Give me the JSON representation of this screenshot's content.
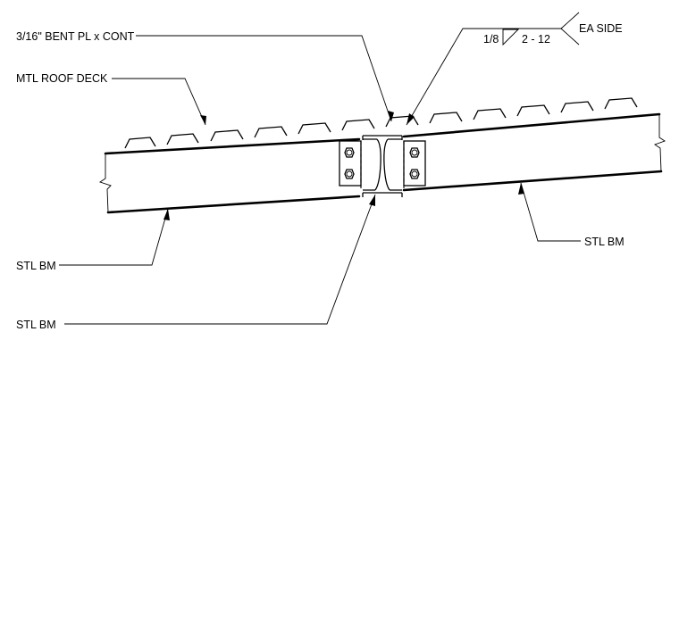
{
  "labels": {
    "bent_plate": "3/16\" BENT PL x CONT",
    "roof_deck": "MTL ROOF DECK",
    "beam_left": "STL BM",
    "beam_center": "STL BM",
    "beam_right": "STL BM"
  },
  "weld": {
    "size": "1/8",
    "length_pitch": "2 - 12",
    "note": "EA SIDE"
  }
}
